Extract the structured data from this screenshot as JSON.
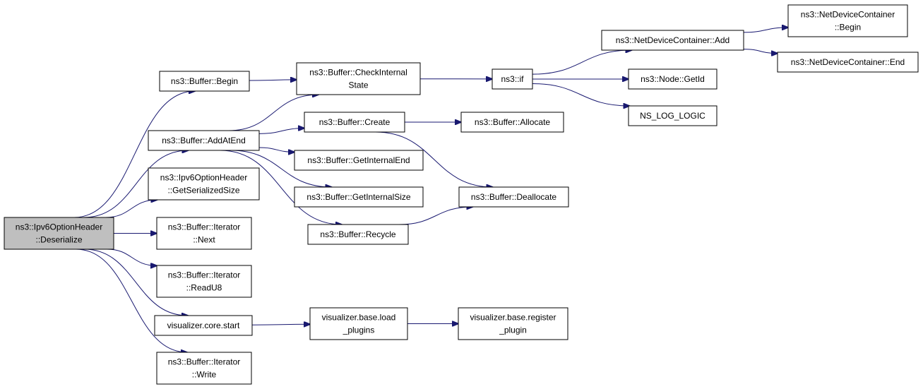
{
  "colors": {
    "edge": "#191970",
    "node_border": "#000000",
    "root_fill": "#bfbfbf",
    "node_fill": "#ffffff"
  },
  "nodes": [
    {
      "id": "deserialize",
      "lines": [
        "ns3::Ipv6OptionHeader",
        "::Deserialize"
      ],
      "root": true
    },
    {
      "id": "buffer-begin",
      "lines": [
        "ns3::Buffer::Begin"
      ]
    },
    {
      "id": "buffer-addatend",
      "lines": [
        "ns3::Buffer::AddAtEnd"
      ]
    },
    {
      "id": "getserializedsize",
      "lines": [
        "ns3::Ipv6OptionHeader",
        "::GetSerializedSize"
      ]
    },
    {
      "id": "iterator-next",
      "lines": [
        "ns3::Buffer::Iterator",
        "::Next"
      ]
    },
    {
      "id": "iterator-readu8",
      "lines": [
        "ns3::Buffer::Iterator",
        "::ReadU8"
      ]
    },
    {
      "id": "visualizer-core-start",
      "lines": [
        "visualizer.core.start"
      ]
    },
    {
      "id": "iterator-write",
      "lines": [
        "ns3::Buffer::Iterator",
        "::Write"
      ]
    },
    {
      "id": "buffer-checkinternalstate",
      "lines": [
        "ns3::Buffer::CheckInternal",
        "State"
      ]
    },
    {
      "id": "buffer-create",
      "lines": [
        "ns3::Buffer::Create"
      ]
    },
    {
      "id": "buffer-getinternalend",
      "lines": [
        "ns3::Buffer::GetInternalEnd"
      ]
    },
    {
      "id": "buffer-getinternalsize",
      "lines": [
        "ns3::Buffer::GetInternalSize"
      ]
    },
    {
      "id": "buffer-recycle",
      "lines": [
        "ns3::Buffer::Recycle"
      ]
    },
    {
      "id": "visualizer-load-plugins",
      "lines": [
        "visualizer.base.load",
        "_plugins"
      ]
    },
    {
      "id": "ns3-if",
      "lines": [
        "ns3::if"
      ]
    },
    {
      "id": "buffer-allocate",
      "lines": [
        "ns3::Buffer::Allocate"
      ]
    },
    {
      "id": "buffer-deallocate",
      "lines": [
        "ns3::Buffer::Deallocate"
      ]
    },
    {
      "id": "visualizer-register-plugin",
      "lines": [
        "visualizer.base.register",
        "_plugin"
      ]
    },
    {
      "id": "netdevicecontainer-add",
      "lines": [
        "ns3::NetDeviceContainer::Add"
      ]
    },
    {
      "id": "node-getid",
      "lines": [
        "ns3::Node::GetId"
      ]
    },
    {
      "id": "ns-log-logic",
      "lines": [
        "NS_LOG_LOGIC"
      ]
    },
    {
      "id": "netdevicecontainer-begin",
      "lines": [
        "ns3::NetDeviceContainer",
        "::Begin"
      ]
    },
    {
      "id": "netdevicecontainer-end",
      "lines": [
        "ns3::NetDeviceContainer::End"
      ]
    }
  ],
  "edges": [
    [
      "deserialize",
      "buffer-begin"
    ],
    [
      "deserialize",
      "buffer-addatend"
    ],
    [
      "deserialize",
      "getserializedsize"
    ],
    [
      "deserialize",
      "iterator-next"
    ],
    [
      "deserialize",
      "iterator-readu8"
    ],
    [
      "deserialize",
      "visualizer-core-start"
    ],
    [
      "deserialize",
      "iterator-write"
    ],
    [
      "buffer-begin",
      "buffer-checkinternalstate"
    ],
    [
      "buffer-addatend",
      "buffer-checkinternalstate"
    ],
    [
      "buffer-addatend",
      "buffer-create"
    ],
    [
      "buffer-addatend",
      "buffer-getinternalend"
    ],
    [
      "buffer-addatend",
      "buffer-getinternalsize"
    ],
    [
      "buffer-addatend",
      "buffer-recycle"
    ],
    [
      "buffer-checkinternalstate",
      "ns3-if"
    ],
    [
      "buffer-create",
      "buffer-allocate"
    ],
    [
      "buffer-create",
      "buffer-deallocate"
    ],
    [
      "buffer-recycle",
      "buffer-deallocate"
    ],
    [
      "visualizer-core-start",
      "visualizer-load-plugins"
    ],
    [
      "visualizer-load-plugins",
      "visualizer-register-plugin"
    ],
    [
      "ns3-if",
      "netdevicecontainer-add"
    ],
    [
      "ns3-if",
      "node-getid"
    ],
    [
      "ns3-if",
      "ns-log-logic"
    ],
    [
      "netdevicecontainer-add",
      "netdevicecontainer-begin"
    ],
    [
      "netdevicecontainer-add",
      "netdevicecontainer-end"
    ]
  ]
}
